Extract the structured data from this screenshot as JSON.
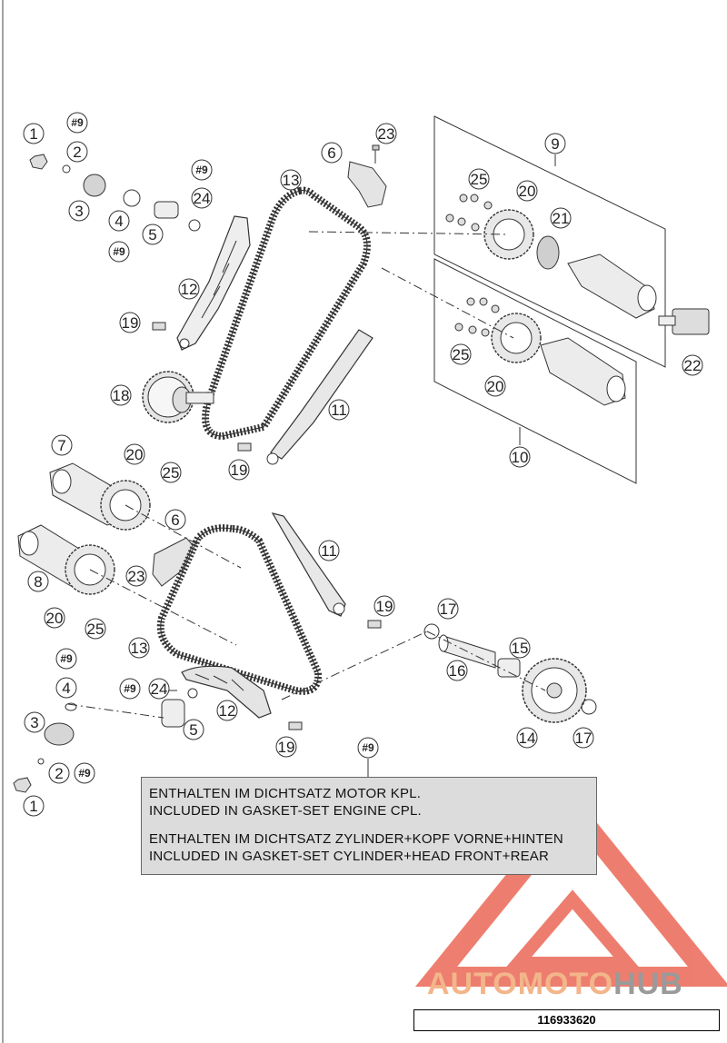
{
  "callouts": {
    "c1": "1",
    "c2": "2",
    "c3": "3",
    "c4": "4",
    "c5": "5",
    "c6": "6",
    "c7": "7",
    "c8": "8",
    "c9": "9",
    "c10": "10",
    "c11": "11",
    "c12": "12",
    "c13": "13",
    "c14": "14",
    "c15": "15",
    "c16": "16",
    "c17": "17",
    "c18": "18",
    "c19": "19",
    "c20": "20",
    "c21": "21",
    "c22": "22",
    "c23": "23",
    "c24": "24",
    "c25": "25",
    "h9": "#9"
  },
  "note": {
    "line1": "ENTHALTEN IM DICHTSATZ MOTOR KPL.",
    "line2": "INCLUDED IN GASKET-SET ENGINE CPL.",
    "line3": "ENTHALTEN IM DICHTSATZ ZYLINDER+KOPF VORNE+HINTEN",
    "line4": "INCLUDED IN GASKET-SET CYLINDER+HEAD FRONT+REAR"
  },
  "watermark": {
    "part1": "AUTOMOTO",
    "part2": "HUB",
    "color_a": "#f3b58a",
    "color_b": "#9a9a9a",
    "triangle_color": "#e8533f"
  },
  "footer": {
    "drawing_number": "116933620"
  }
}
